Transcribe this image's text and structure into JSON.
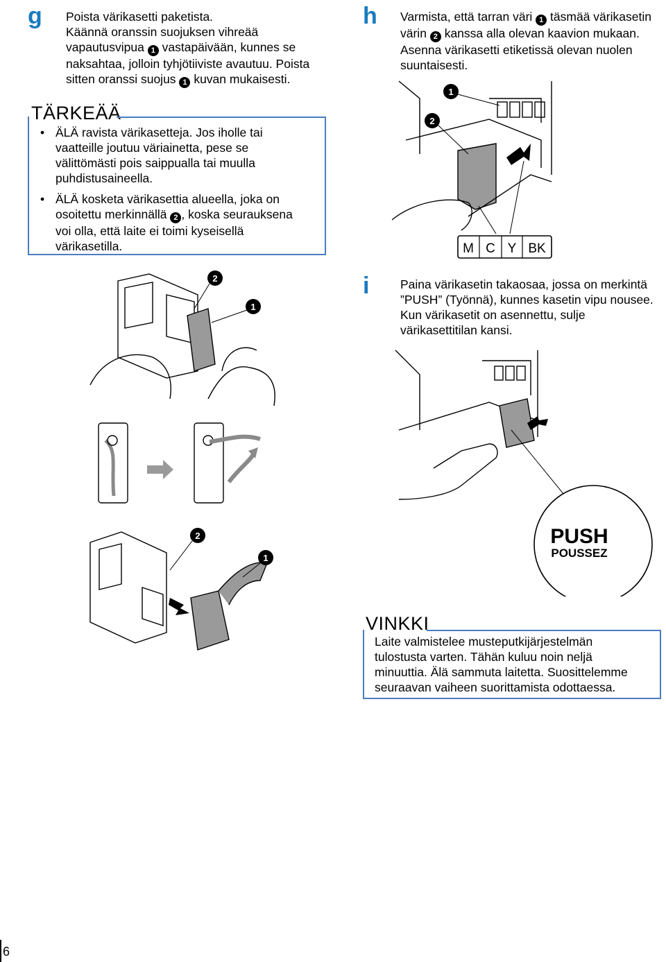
{
  "step_g": {
    "letter": "g",
    "lines": [
      "Poista värikasetti paketista.",
      "Käännä oranssin suojuksen vihreää",
      "vapautusvipua",
      "vastapäivään, kunnes se",
      "naksahtaa, jolloin tyhjötiiviste avautuu. Poista",
      "sitten oranssi suojus",
      "kuvan mukaisesti."
    ]
  },
  "tarkeaa": {
    "title": "TÄRKEÄÄ",
    "bullet1": [
      "ÄLÄ ravista värikasetteja. Jos iholle tai",
      "vaatteille joutuu väriainetta, pese se",
      "välittömästi pois saippualla tai muulla",
      "puhdistusaineella."
    ],
    "bullet2": [
      "ÄLÄ kosketa värikasettia alueella, joka on",
      "osoitettu merkinnällä",
      ", koska seurauksena",
      "voi olla, että laite ei toimi kyseisellä",
      "värikasetilla."
    ]
  },
  "step_h": {
    "letter": "h",
    "lines": [
      "Varmista, että tarran väri",
      "täsmää värikasetin",
      "värin",
      "kanssa alla olevan kaavion mukaan.",
      "Asenna värikasetti etiketissä olevan nuolen",
      "suuntaisesti."
    ],
    "color_labels": [
      "M",
      "C",
      "Y",
      "BK"
    ]
  },
  "step_i": {
    "letter": "i",
    "lines": [
      "Paina värikasetin takaosaa, jossa on merkintä",
      "”PUSH” (Työnnä), kunnes kasetin vipu nousee.",
      "Kun värikasetit on asennettu, sulje",
      "värikasettitilan kansi."
    ],
    "push_label": "PUSH",
    "pousez_label": "POUSSEZ"
  },
  "vinkki": {
    "title": "VINKKI",
    "lines": [
      "Laite valmistelee musteputkijärjestelmän",
      "tulostusta varten. Tähän kuluu noin neljä",
      "minuuttia. Älä sammuta laitetta. Suosittelemme",
      "seuraavan vaiheen suorittamista odottaessa."
    ]
  },
  "callouts": {
    "one": "1",
    "two": "2"
  },
  "page_number": "6"
}
